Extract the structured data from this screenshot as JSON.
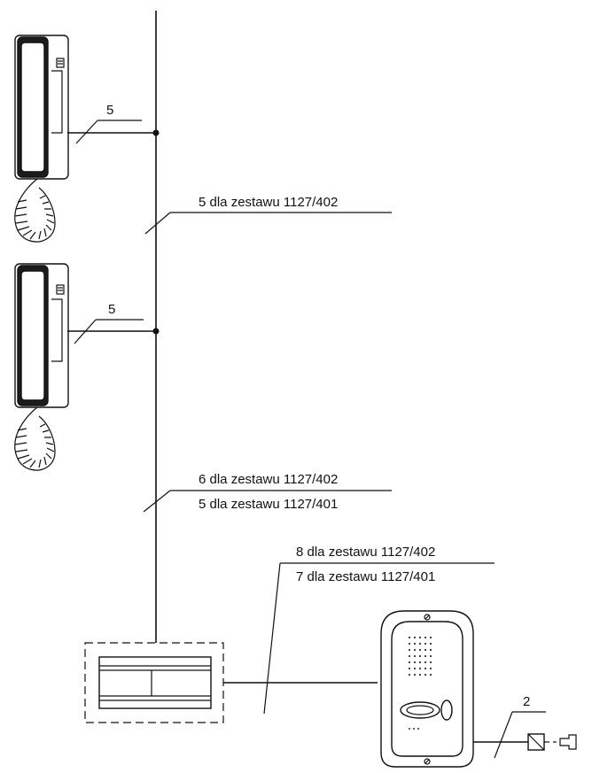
{
  "labels": {
    "handset1_wires": "5",
    "bus_top": "5 dla zestawu 1127/402",
    "handset2_wires": "5",
    "bus_mid_line1": "6 dla zestawu 1127/402",
    "bus_mid_line2": "5 dla zestawu 1127/401",
    "panel_line1": "8 dla zestawu 1127/402",
    "panel_line2": "7 dla zestawu 1127/401",
    "lock_wires": "2"
  },
  "components": {
    "handsets": [
      "handset",
      "handset"
    ],
    "power_supply": "power-supply-unit",
    "door_panel": "outdoor-call-panel",
    "electric_lock": "electric-lock"
  }
}
